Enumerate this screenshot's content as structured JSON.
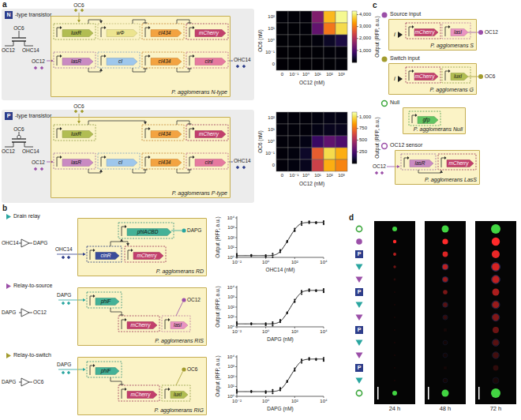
{
  "diagram": {
    "nodes": [
      {
        "text": [
          "P. agglomerans N-type"
        ]
      },
      {
        "text": [
          "P. agglomerans P-type"
        ]
      },
      {
        "text": [
          "P. agglomerans RD"
        ]
      },
      {
        "text": [
          "P. agglomerans RIS"
        ]
      },
      {
        "text": [
          "P. agglomerans RIG"
        ]
      },
      {
        "text": [
          "P. agglomerans S"
        ]
      },
      {
        "text": [
          "P. agglomerans G"
        ]
      },
      {
        "text": [
          "P. agglomerans Null"
        ]
      },
      {
        "text": [
          "P. agglomerans LasS"
        ]
      }
    ],
    "labels": [
      "a",
      "N",
      "-type transistor",
      "OC6",
      "OC12",
      "OHC14",
      "OC6",
      "OC12",
      "OHC14",
      "luxR",
      "wΦ",
      "cI434",
      "mCherry",
      "lasR",
      "cI",
      "cI434",
      "cinI",
      "OC6 (nM)",
      "10²",
      "10¹",
      "10⁰",
      "10⁻¹",
      "0",
      "0",
      "10⁻¹",
      "10⁰",
      "10¹",
      "10²",
      "10³",
      "OC12 (nM)",
      "Output (RFP, a.u.)",
      "4,000",
      "3,000",
      "2,000",
      "1,000",
      "P",
      "-type transistor",
      "OC6",
      "OC12",
      "OHC14",
      "OC6",
      "OC12",
      "OHC14",
      "luxR",
      "cI434",
      "mCherry",
      "lasR",
      "cI",
      "cI434",
      "cinI",
      "OC6 (nM)",
      "10²",
      "10¹",
      "10⁰",
      "10⁻¹",
      "0",
      "0",
      "10⁻¹",
      "10⁰",
      "10¹",
      "10²",
      "10³",
      "OC12 (nM)",
      "Output (RFP, a.u.)",
      "1,000",
      "750",
      "500",
      "250",
      "b",
      "Drain relay",
      "OHC14",
      "DAPG",
      "OHC14",
      "DAPG",
      "phlACBD",
      "cinR",
      "mCherry",
      "Output (RFP, a.u.)",
      "10⁴",
      "10³",
      "10²",
      "10¹",
      "10⁰",
      "10⁻²",
      "10⁰",
      "10²",
      "10⁴",
      "OHC14 (nM)",
      "Relay-to-source",
      "DAPG",
      "OC12",
      "DAPG",
      "OC12",
      "phlF",
      "mCherry",
      "lasI",
      "Output (RFP, a.u.)",
      "10⁴",
      "10³",
      "10²",
      "10¹",
      "10⁰",
      "10⁻²",
      "10⁰",
      "10²",
      "10⁴",
      "DAPG (nM)",
      "Relay-to-switch",
      "DAPG",
      "OC6",
      "DAPG",
      "OC6",
      "phlF",
      "mCherry",
      "luxI",
      "Output (RFP, a.u.)",
      "10⁴",
      "10³",
      "10²",
      "10¹",
      "10⁰",
      "10⁻²",
      "10⁰",
      "10²",
      "10⁴",
      "DAPG (nM)",
      "c",
      "Source input",
      "i",
      "mCherry",
      "lasI",
      "OC12",
      "Switch input",
      "i",
      "mCherry",
      "luxI",
      "OC6",
      "Null",
      "gfp",
      "OC12 sensor",
      "OC12",
      "lasR",
      "mCherry",
      "d",
      "P",
      "P",
      "P",
      "P",
      "24 h",
      "48 h",
      "72 h"
    ]
  }
}
